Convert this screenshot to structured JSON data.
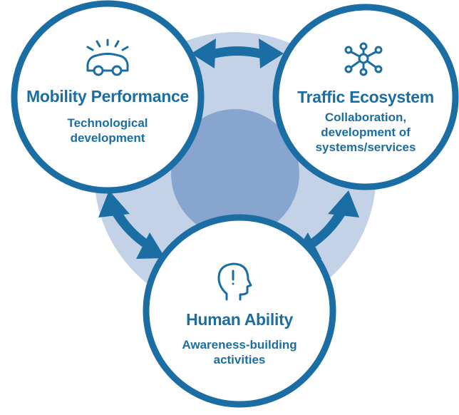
{
  "nodes": [
    {
      "id": "mobility",
      "title": "Mobility Performance",
      "subtitle_lines": [
        "Technological",
        "development"
      ],
      "icon": "car-icon"
    },
    {
      "id": "traffic",
      "title": "Traffic Ecosystem",
      "subtitle_lines": [
        "Collaboration,",
        "development of",
        "systems/services"
      ],
      "icon": "network-icon"
    },
    {
      "id": "human",
      "title": "Human Ability",
      "subtitle_lines": [
        "Awareness-building",
        "activities"
      ],
      "icon": "head-exclamation-icon"
    }
  ],
  "connections": [
    {
      "from": "mobility",
      "to": "traffic",
      "type": "bidirectional"
    },
    {
      "from": "mobility",
      "to": "human",
      "type": "bidirectional"
    },
    {
      "from": "traffic",
      "to": "human",
      "type": "bidirectional"
    }
  ],
  "colors": {
    "primary": "#1a6ea3",
    "ring_light": "#c3d2e6",
    "core": "#87a5cf",
    "background": "#ffffff"
  }
}
